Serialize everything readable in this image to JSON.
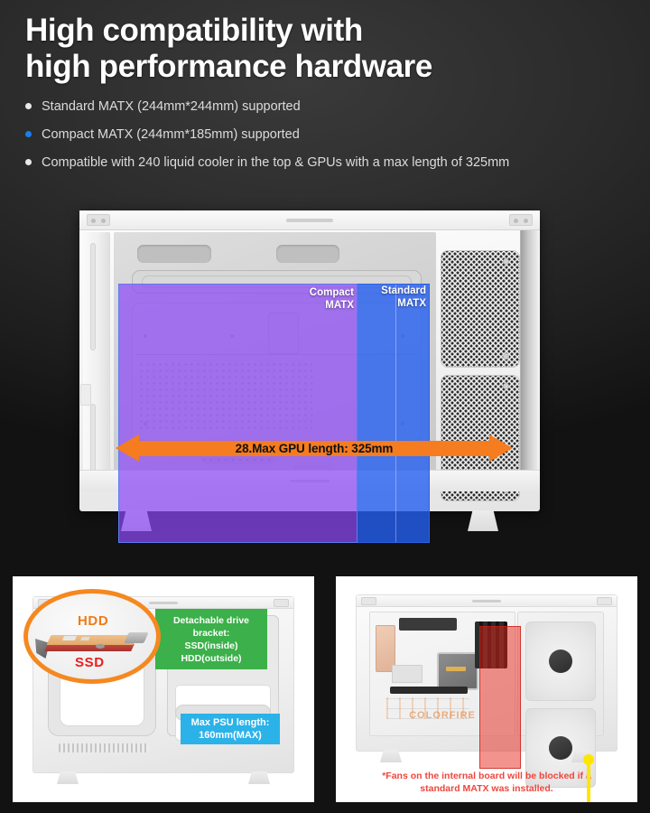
{
  "header": {
    "title": "High compatibility with\nhigh performance hardware",
    "bullets": [
      {
        "text": "Standard MATX (244mm*244mm) supported",
        "dot": "white"
      },
      {
        "text": "Compact MATX (244mm*185mm) supported",
        "dot": "blue"
      },
      {
        "text": "Compatible with 240 liquid cooler in the top & GPUs with a max length of 325mm",
        "dot": "white"
      }
    ]
  },
  "main_figure": {
    "overlay_compact_label": "Compact\nMATX",
    "overlay_standard_label": "Standard\nMATX",
    "gpu_arrow_label": "28.Max GPU length: 325mm"
  },
  "panel_left": {
    "callout_hdd_label": "HDD",
    "callout_ssd_label": "SSD",
    "tag_green": "Detachable drive\nbracket:\nSSD(inside)\nHDD(outside)",
    "tag_blue": "Max PSU length:\n160mm(MAX)"
  },
  "panel_right": {
    "note": "*Fans on the internal board will be blocked if a\nstandard MATX was installed.",
    "motherboard_brand": "COLORFIRE"
  },
  "colors": {
    "background_dark": "#1d1d1d",
    "accent_blue_bullet": "#1a7fe8",
    "overlay_compact_purple": "#8c48f5",
    "overlay_standard_blue": "#245ef0",
    "arrow_orange": "#f57c1f",
    "tag_green": "#3cb04a",
    "tag_blue": "#2bb2e8",
    "callout_ring_orange": "#f5881f",
    "hdd_text_orange": "#ef7b16",
    "ssd_text_red": "#e8201c",
    "warning_red": "#f0453c",
    "pointer_yellow": "#ffe600",
    "red_zone": "#e8281e"
  }
}
